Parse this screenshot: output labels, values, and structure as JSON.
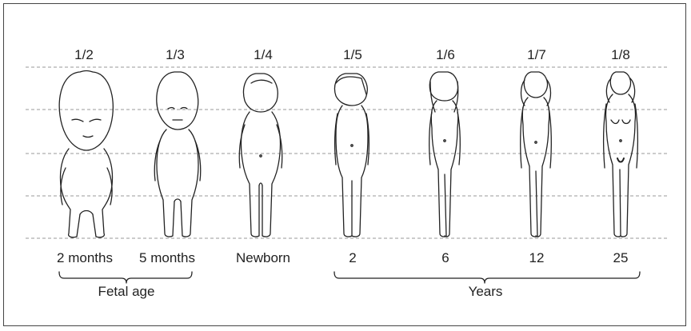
{
  "figures": [
    {
      "ratio": "1/2",
      "age": "2 months"
    },
    {
      "ratio": "1/3",
      "age": "5 months"
    },
    {
      "ratio": "1/4",
      "age": "Newborn"
    },
    {
      "ratio": "1/5",
      "age": "2"
    },
    {
      "ratio": "1/6",
      "age": "6"
    },
    {
      "ratio": "1/7",
      "age": "12"
    },
    {
      "ratio": "1/8",
      "age": "25"
    }
  ],
  "groups": {
    "fetal": "Fetal age",
    "years": "Years"
  },
  "colors": {
    "line": "#222222",
    "guide": "#9a9a9a",
    "frame": "#444444"
  }
}
